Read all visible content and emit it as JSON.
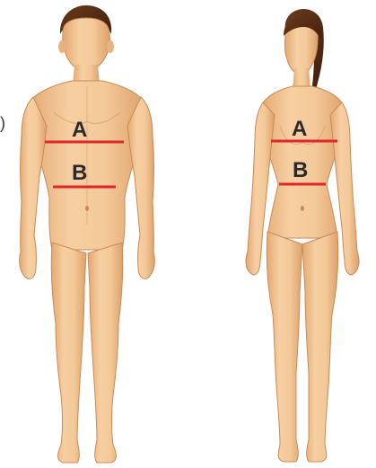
{
  "figures": [
    {
      "id": "male",
      "markers": [
        {
          "label": "A",
          "color": "#e0252b"
        },
        {
          "label": "B",
          "color": "#e0252b"
        }
      ]
    },
    {
      "id": "female",
      "markers": [
        {
          "label": "A",
          "color": "#e0252b"
        },
        {
          "label": "B",
          "color": "#e0252b"
        }
      ]
    }
  ],
  "edge_fragment": ")",
  "colors": {
    "skin": "#f2c594",
    "skin_shadow": "#d9a06c",
    "hair": "#5a2f15",
    "line": "#e0252b"
  }
}
